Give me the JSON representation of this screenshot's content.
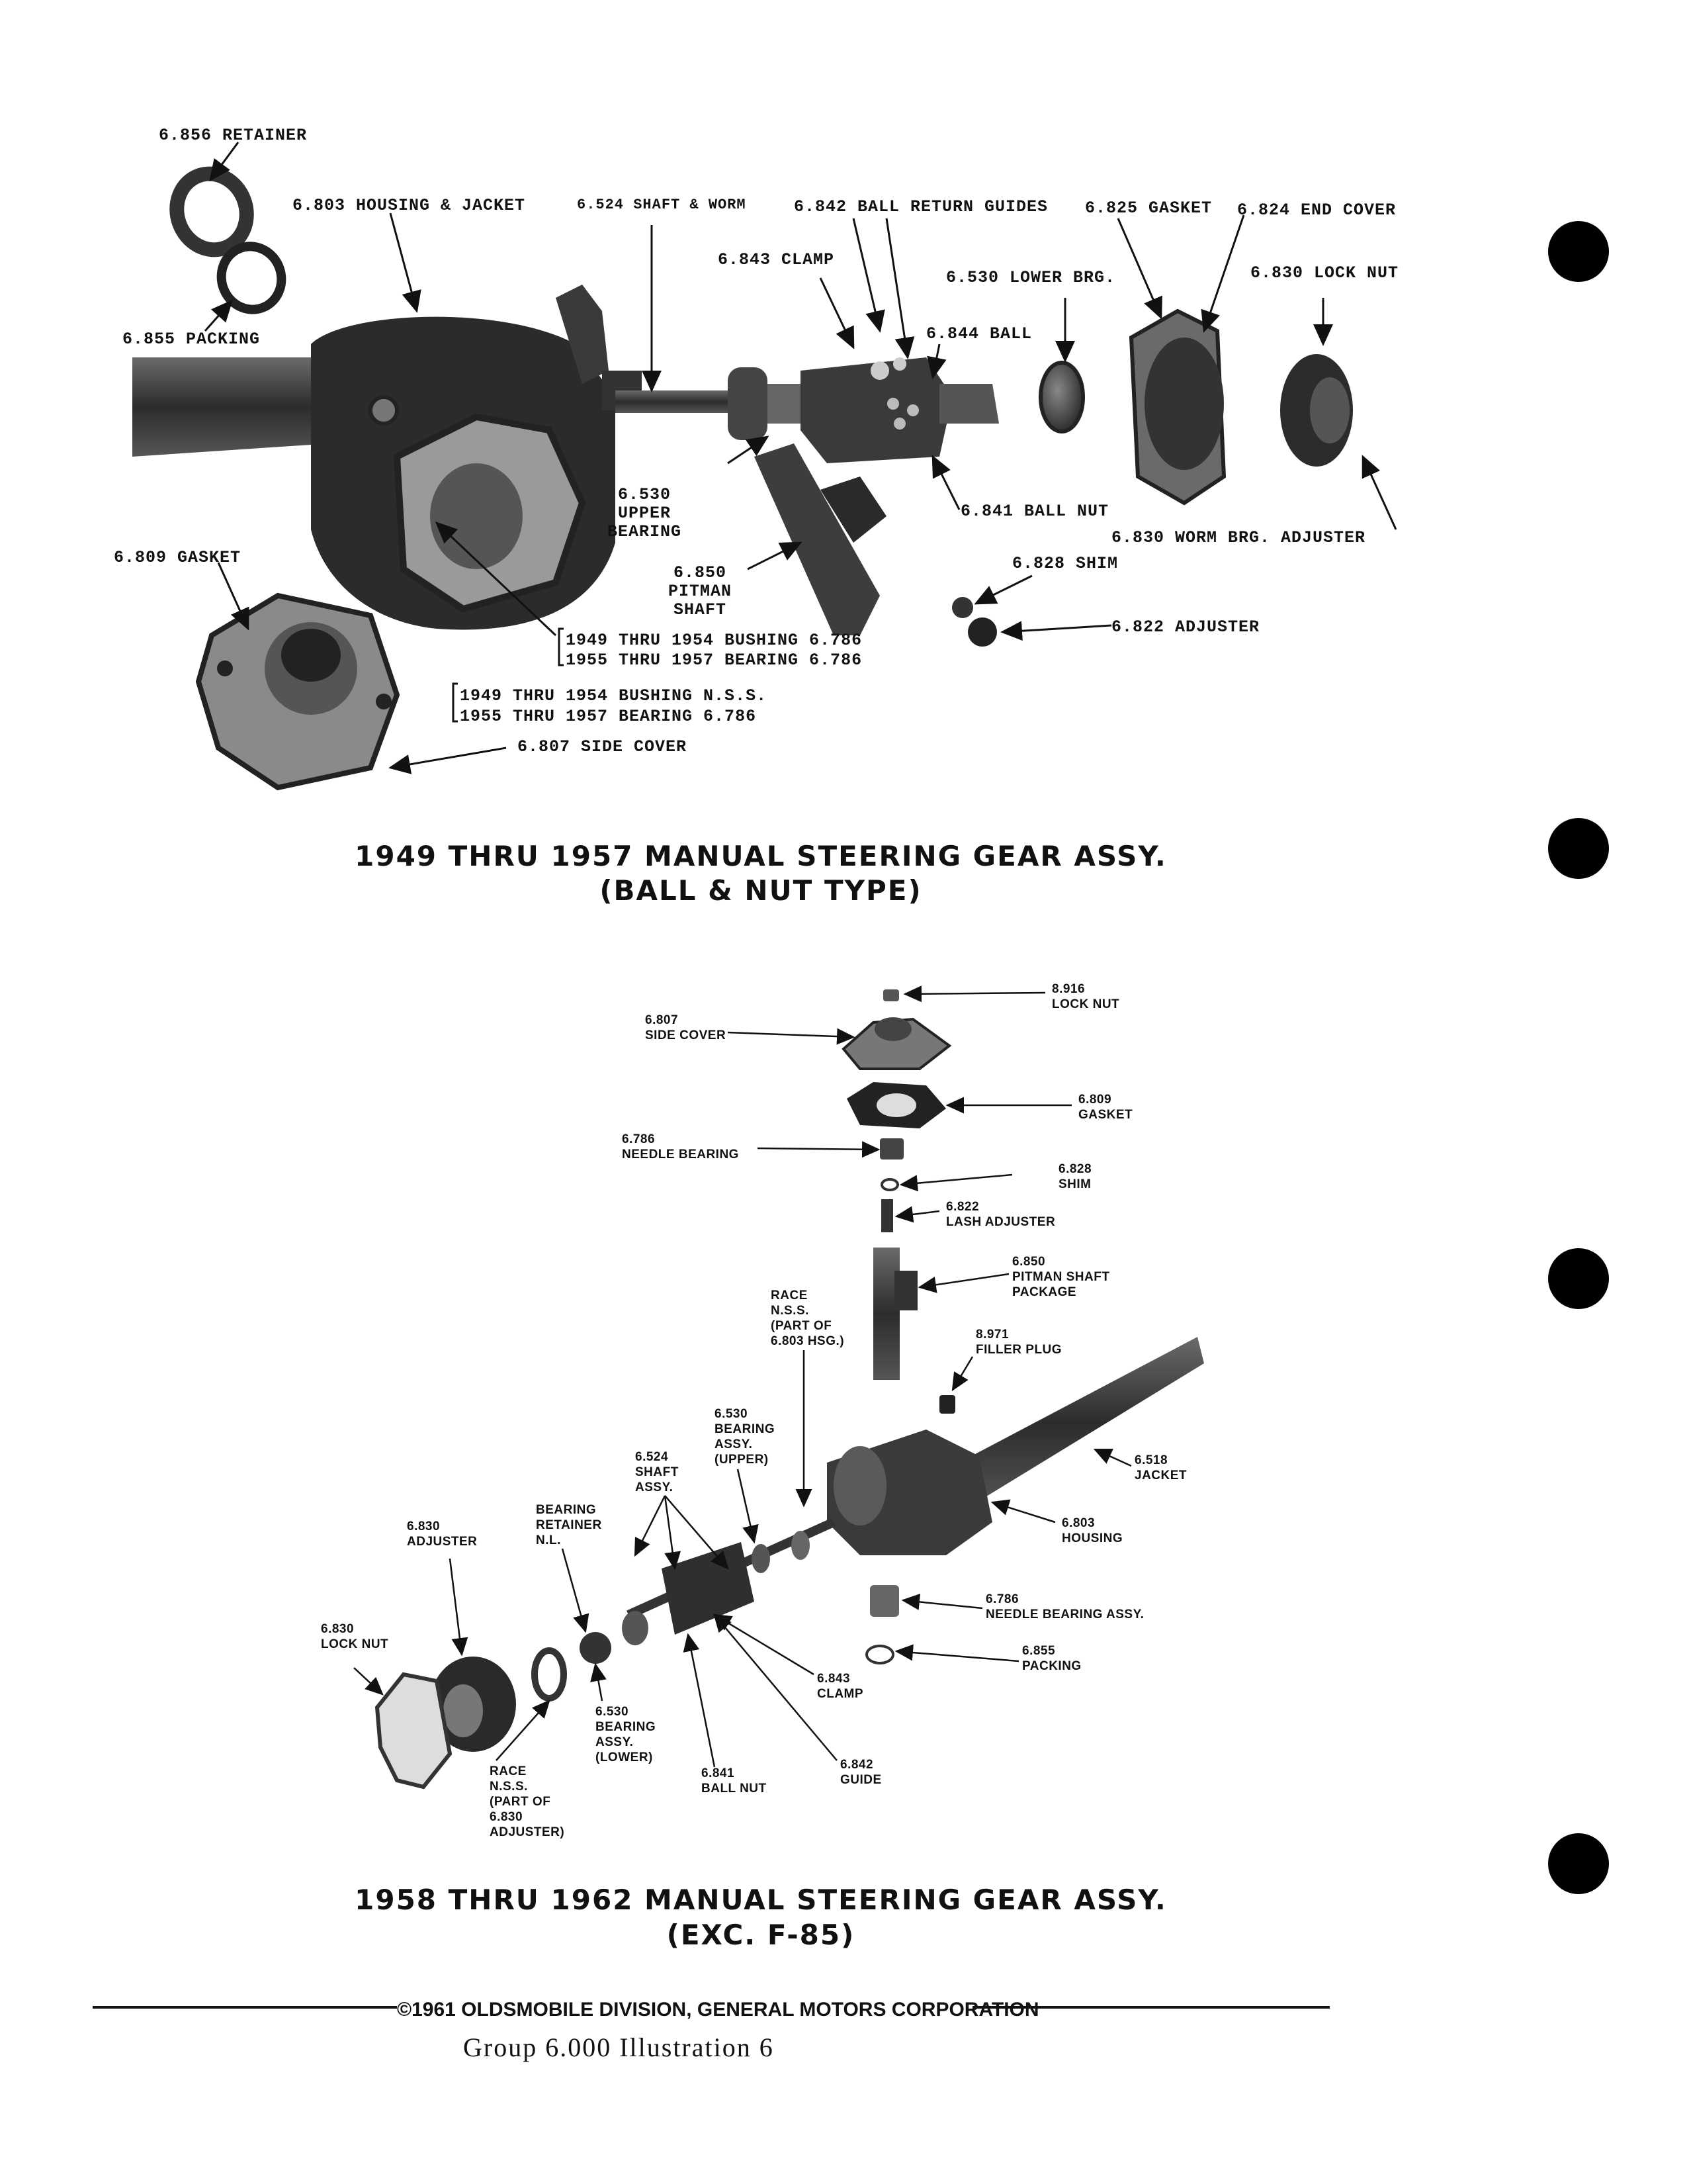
{
  "top_diagram": {
    "title_line1": "1949 THRU 1957 MANUAL STEERING GEAR ASSY.",
    "title_line2": "(BALL & NUT TYPE)",
    "labels": {
      "retainer": "6.856  RETAINER",
      "housing_jacket": "6.803  HOUSING & JACKET",
      "shaft_worm": "6.524 SHAFT & WORM",
      "ball_return_guides": "6.842  BALL RETURN GUIDES",
      "gasket_825": "6.825  GASKET",
      "end_cover": "6.824  END COVER",
      "clamp": "6.843  CLAMP",
      "lower_brg": "6.530  LOWER BRG.",
      "lock_nut": "6.830  LOCK NUT",
      "ball": "6.844  BALL",
      "packing": "6.855  PACKING",
      "upper_bearing": "6.530\nUPPER\nBEARING",
      "ball_nut": "6.841  BALL NUT",
      "worm_brg_adjuster": "6.830  WORM BRG. ADJUSTER",
      "gasket_809": "6.809  GASKET",
      "pitman_shaft": "6.850\nPITMAN\nSHAFT",
      "shim": "6.828  SHIM",
      "adjuster": "6.822  ADJUSTER",
      "bushing_a1": "1949 THRU 1954 BUSHING 6.786",
      "bushing_a2": "1955 THRU 1957 BEARING 6.786",
      "bushing_b1": "1949 THRU 1954 BUSHING N.S.S.",
      "bushing_b2": "1955 THRU 1957 BEARING 6.786",
      "side_cover": "6.807  SIDE COVER"
    }
  },
  "bottom_diagram": {
    "title_line1": "1958 THRU 1962 MANUAL STEERING GEAR ASSY.",
    "title_line2": "(EXC. F-85)",
    "labels": {
      "lock_nut_916": "8.916\nLOCK NUT",
      "side_cover": "6.807\nSIDE COVER",
      "gasket": "6.809\nGASKET",
      "needle_bearing": "6.786\nNEEDLE BEARING",
      "shim": "6.828\nSHIM",
      "lash_adjuster": "6.822\nLASH ADJUSTER",
      "pitman_shaft_pkg": "6.850\nPITMAN SHAFT\nPACKAGE",
      "race_hsg": "RACE\nN.S.S.\n(PART OF\n6.803 HSG.)",
      "filler_plug": "8.971\nFILLER PLUG",
      "bearing_upper": "6.530\nBEARING\nASSY.\n(UPPER)",
      "shaft_assy": "6.524\nSHAFT\nASSY.",
      "jacket": "6.518\nJACKET",
      "housing": "6.803\nHOUSING",
      "bearing_retainer": "BEARING\nRETAINER\nN.L.",
      "adjuster": "6.830\nADJUSTER",
      "needle_bearing_assy": "6.786\nNEEDLE BEARING ASSY.",
      "lock_nut_830": "6.830\nLOCK NUT",
      "packing": "6.855\nPACKING",
      "clamp": "6.843\nCLAMP",
      "bearing_lower": "6.530\nBEARING\nASSY.\n(LOWER)",
      "guide": "6.842\nGUIDE",
      "race_adjuster": "RACE\nN.S.S.\n(PART OF\n6.830\nADJUSTER)",
      "ball_nut": "6.841\nBALL NUT"
    }
  },
  "footer": {
    "copyright": "©1961 OLDSMOBILE DIVISION, GENERAL MOTORS CORPORATION",
    "group_line": "Group  6.000  Illustration  6"
  }
}
